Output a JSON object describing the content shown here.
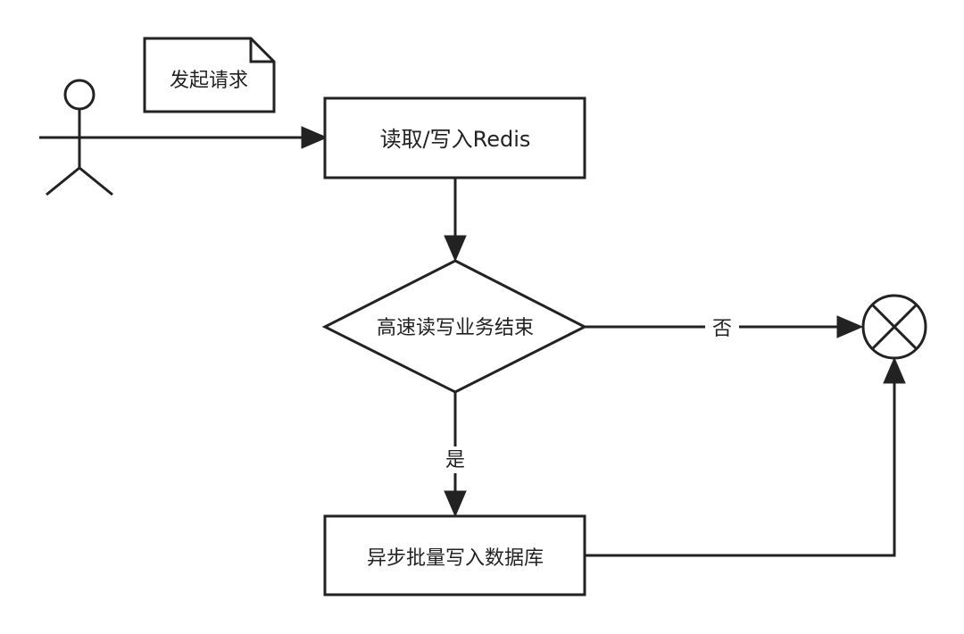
{
  "colors": {
    "stroke": "#222222",
    "background": "#ffffff"
  },
  "nodes": {
    "note": {
      "label": "发起请求",
      "shape": "note"
    },
    "read_write": {
      "label": "读取/写入Redis",
      "shape": "rectangle"
    },
    "decision": {
      "label": "高速读写业务结束",
      "shape": "diamond"
    },
    "batch_write": {
      "label": "异步批量写入数据库",
      "shape": "rectangle"
    },
    "end": {
      "label": "",
      "shape": "circle-x"
    },
    "actor": {
      "label": "",
      "shape": "stick-figure"
    }
  },
  "edges": {
    "actor_to_read_write": {
      "label": ""
    },
    "read_write_to_decision": {
      "label": ""
    },
    "decision_no_to_end": {
      "label": "否"
    },
    "decision_yes_to_batch": {
      "label": "是"
    },
    "batch_to_end": {
      "label": ""
    }
  }
}
